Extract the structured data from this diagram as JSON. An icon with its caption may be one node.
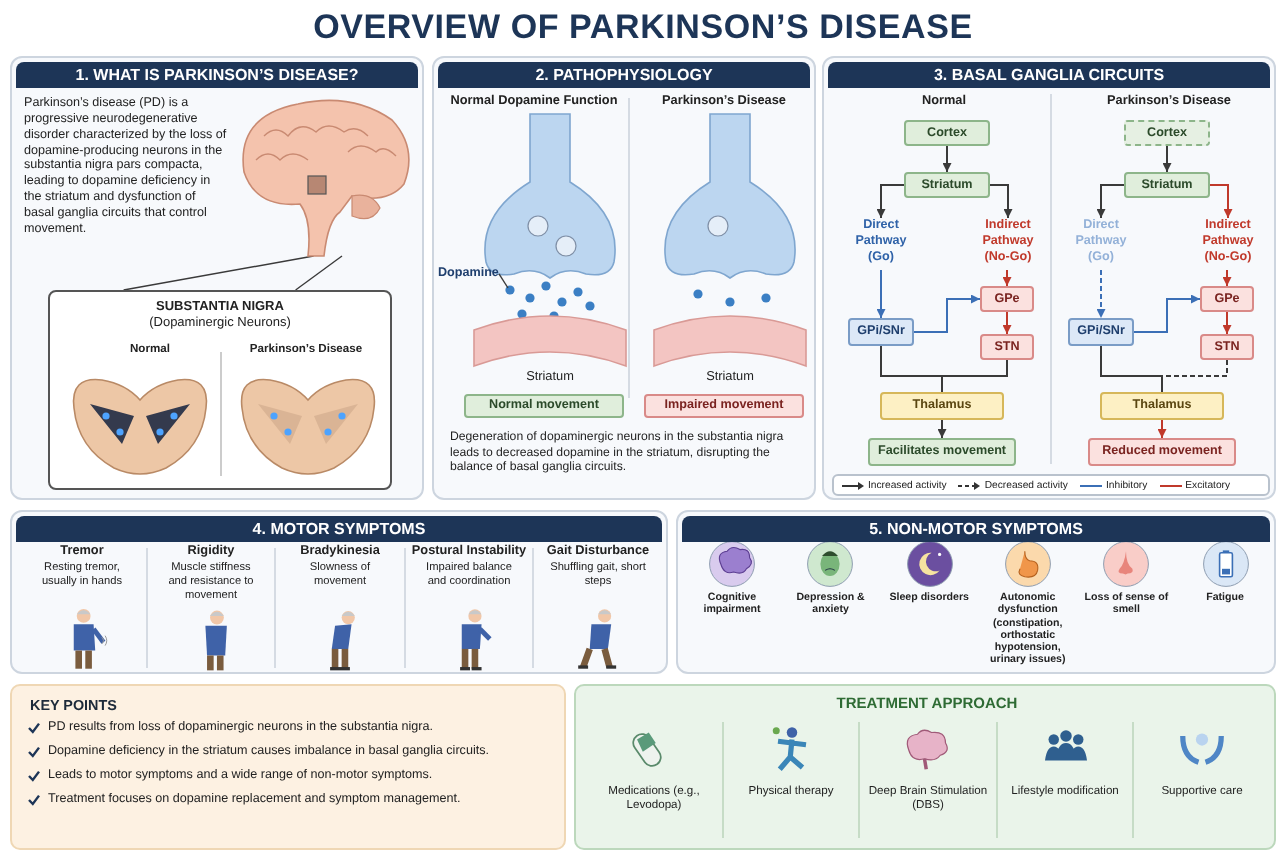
{
  "diagram": {
    "title": "OVERVIEW OF PARKINSON’S DISEASE",
    "nodes": [
      {
        "text": [
          "1. WHAT IS PARKINSON’S DISEASE?",
          "Parkinson’s disease (PD) is a progressive neurodegenerative disorder characterized by the loss of dopamine-producing neurons in the substantia nigra pars compacta, leading to dopamine deficiency in the striatum and dysfunction of basal ganglia circuits that control movement."
        ]
      },
      {
        "text": [],
        "shape": "picture",
        "in": 0
      },
      {
        "text": [
          "**SUBSTANTIA NIGRA** (Dopaminergic Neurons)"
        ],
        "in": 0
      },
      {
        "text": [
          "2. PATHOPHYSIOLOGY",
          "Degeneration of dopaminergic neurons in the substantia nigra leads to decreased dopamine in the striatum, disrupting the balance of basal ganglia circuits."
        ]
      },
      {
        "text": [
          "Dopamine"
        ],
        "in": 3
      },
      {
        "text": [
          "Normal movement"
        ],
        "in": 3
      },
      {
        "text": [
          "Impaired movement"
        ],
        "in": 3
      },
      {
        "text": [
          "3. BASAL GANGLIA CIRCUITS"
        ]
      },
      {
        "text": [
          "Cortex"
        ],
        "in": 7
      },
      {
        "text": [
          "Striatum"
        ],
        "in": 7
      },
      {
        "text": [
          "Direct Pathway (Go)"
        ],
        "in": 7
      },
      {
        "text": [
          "Indirect Pathway (No-Go)"
        ],
        "in": 7
      },
      {
        "text": [
          "GPe"
        ],
        "in": 7
      },
      {
        "text": [
          "GPi/SNr"
        ],
        "in": 7
      },
      {
        "text": [
          "STN"
        ],
        "in": 7
      },
      {
        "text": [
          "Thalamus"
        ],
        "in": 7
      },
      {
        "text": [
          "Facilitates movement"
        ],
        "in": 7
      },
      {
        "text": [
          "Cortex"
        ],
        "in": 7
      },
      {
        "text": [
          "Striatum"
        ],
        "in": 7
      },
      {
        "text": [
          "Direct Pathway (Go)"
        ],
        "in": 7
      },
      {
        "text": [
          "Indirect Pathway (No-Go)"
        ],
        "in": 7
      },
      {
        "text": [
          "GPe"
        ],
        "in": 7
      },
      {
        "text": [
          "GPi/SNr"
        ],
        "in": 7
      },
      {
        "text": [
          "STN"
        ],
        "in": 7
      },
      {
        "text": [
          "Thalamus"
        ],
        "in": 7
      },
      {
        "text": [
          "Reduced movement"
        ],
        "in": 7
      },
      {
        "text": [
          "4. MOTOR SYMPTOMS"
        ]
      },
      {
        "text": [
          "Tremor",
          "Resting tremor, usually in hands"
        ],
        "in": 26
      },
      {
        "text": [
          "Rigidity",
          "Muscle stiffness and resistance to movement"
        ],
        "in": 26
      },
      {
        "text": [
          "Bradykinesia",
          "Slowness of movement"
        ],
        "in": 26
      },
      {
        "text": [
          "Postural Instability",
          "Impaired balance and coordination"
        ],
        "in": 26
      },
      {
        "text": [
          "Gait Disturbance",
          "Shuffling gait, short steps"
        ],
        "in": 26
      },
      {
        "text": [
          "5. NON-MOTOR SYMPTOMS"
        ]
      },
      {
        "text": [
          "Cognitive impairment"
        ],
        "in": 32
      },
      {
        "text": [
          "Depression & anxiety"
        ],
        "in": 32
      },
      {
        "text": [
          "Sleep disorders"
        ],
        "in": 32
      },
      {
        "text": [
          "Autonomic dysfunction (constipation, orthostatic hypotension, urinary issues)"
        ],
        "in": 32
      },
      {
        "text": [
          "Loss of sense of smell"
        ],
        "in": 32
      },
      {
        "text": [
          "Fatigue"
        ],
        "in": 32
      },
      {
        "text": [
          "KEY POINTS",
          "PD results from loss of dopaminergic neurons in the substantia nigra.",
          "Dopamine deficiency in the striatum causes imbalance in basal ganglia circuits.",
          "Leads to motor symptoms and a wide range of non-motor symptoms.",
          "Treatment focuses on dopamine replacement and symptom management."
        ]
      },
      {
        "text": [
          "TREATMENT APPROACH"
        ]
      },
      {
        "text": [
          "Medications (e.g., Levodopa)"
        ],
        "in": 40
      },
      {
        "text": [
          "Physical therapy"
        ],
        "in": 40
      },
      {
        "text": [
          "Deep Brain Stimulation (DBS)"
        ],
        "in": 40
      },
      {
        "text": [
          "Lifestyle modification"
        ],
        "in": 40
      },
      {
        "text": [
          "Supportive care"
        ],
        "in": 40
      }
    ],
    "edges": [
      {
        "from": 1,
        "to": 2,
        "arrow": "none"
      },
      {
        "from": 1,
        "to": 2,
        "arrow": "none"
      },
      {
        "from": 4,
        "to": null,
        "arrow": "none"
      },
      {
        "from": 8,
        "to": 9,
        "arrow": "to"
      },
      {
        "from": 9,
        "to": 10,
        "arrow": "to"
      },
      {
        "from": 9,
        "to": 11,
        "arrow": "to"
      },
      {
        "from": 10,
        "to": 13,
        "arrow": "to",
        "color": "#3b6fb6"
      },
      {
        "from": 11,
        "to": 12,
        "arrow": "to",
        "color": "#c0392b"
      },
      {
        "from": 13,
        "to": 12,
        "arrow": "to",
        "color": "#3b6fb6"
      },
      {
        "from": 12,
        "to": 14,
        "arrow": "to",
        "color": "#c0392b"
      },
      {
        "from": 13,
        "to": 15,
        "arrow": "none"
      },
      {
        "from": 14,
        "to": 15,
        "arrow": "none"
      },
      {
        "from": 15,
        "to": 16,
        "arrow": "to"
      },
      {
        "from": 17,
        "to": 18,
        "arrow": "to"
      },
      {
        "from": 18,
        "to": 19,
        "arrow": "to"
      },
      {
        "from": 18,
        "to": 20,
        "arrow": "to",
        "color": "#c0392b"
      },
      {
        "from": 19,
        "to": 22,
        "arrow": "to",
        "style": "dashed",
        "color": "#3b6fb6"
      },
      {
        "from": 20,
        "to": 21,
        "arrow": "to",
        "color": "#c0392b"
      },
      {
        "from": 22,
        "to": 21,
        "arrow": "to",
        "color": "#3b6fb6"
      },
      {
        "from": 21,
        "to": 23,
        "arrow": "to",
        "color": "#c0392b"
      },
      {
        "from": 22,
        "to": 24,
        "arrow": "none"
      },
      {
        "from": 23,
        "to": 24,
        "arrow": "none",
        "style": "dashed"
      },
      {
        "from": 24,
        "to": 25,
        "arrow": "to",
        "color": "#c0392b"
      }
    ],
    "labels": [
      "Normal",
      "Parkinson’s Disease",
      "Normal Dopamine Function",
      "Parkinson’s Disease",
      "Striatum",
      "Striatum",
      "Normal",
      "Parkinson’s Disease"
    ],
    "legend": [
      {
        "text": "Increased activity"
      },
      {
        "text": "Decreased activity"
      },
      {
        "text": "Inhibitory"
      },
      {
        "text": "Excitatory"
      }
    ]
  }
}
